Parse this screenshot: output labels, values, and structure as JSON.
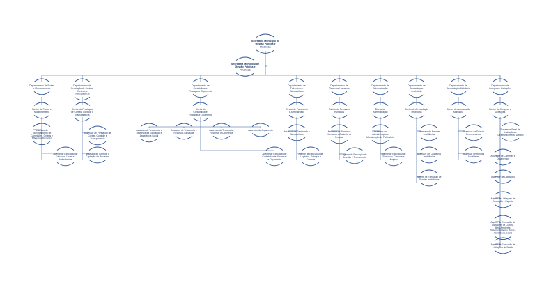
{
  "colors": {
    "line": "#2f5597",
    "text": "#1f3864",
    "background": "#ffffff"
  },
  "root": {
    "title": "Secretaria Municipal de Gestão Pública e Finanças"
  },
  "assistant": {
    "title": "Secretaria Municipal de Gestão Pública e Finanças"
  },
  "departments": [
    {
      "title": "Departamento de Frotas e Monitoramento"
    },
    {
      "title": "Departamento de Prestação de Contas, Controle e Transparência"
    },
    {
      "title": "Departamento de Contabilidade, Finanças e Orçamento"
    },
    {
      "title": "Departamento de Patrimônio e Almoxarifado"
    },
    {
      "title": "Departamento de Recursos Humanos"
    },
    {
      "title": "Departamento de Administração"
    },
    {
      "title": "Departamento de Arrecadação Imobiliária"
    },
    {
      "title": "Departamento de Arrecadação Mobiliária"
    },
    {
      "title": "Departamento de Compras e Licitações"
    }
  ],
  "directors": [
    {
      "title": "Diretor de Frotas e Monitoramento"
    },
    {
      "title": "Diretor de Prestação de Contas, Controle e Transparência"
    },
    {
      "title": "Diretor de Contabilidade, Finanças e Orçamento"
    },
    {
      "title": "Diretor de Patrimônio e Almoxarifado"
    },
    {
      "title": "Diretor de Recursos Humanos"
    },
    {
      "title": "Diretor de Administração"
    },
    {
      "title": "Diretor de Arrecadação Imobiliária"
    },
    {
      "title": "Diretor de Arrecadação Mobiliária"
    },
    {
      "title": "Diretor de Compras e Licitações"
    }
  ],
  "sub_roles": [
    {
      "title": "Assessor de Monitoramento de Caminhões, Ônibus e Máquinas Pesadas"
    },
    {
      "title": "Agente de Execução de Veículos Leves e Ambulâncias"
    },
    {
      "title": "Assessor de Prestação de Contas, Controle e Transparência"
    },
    {
      "title": "Assessor de Controle e Captação de Recursos"
    },
    {
      "title": "Assessor de Tesouraria e Recursos da Educação e Assistência Social"
    },
    {
      "title": "Assessor de Tesouraria e Recursos da Saúde"
    },
    {
      "title": "Assessor de Tesouraria, Recursos e Convênios"
    },
    {
      "title": "Assessor de Orçamento"
    },
    {
      "title": "Agente de Execução de Contabilidade, Finanças e Orçamento"
    },
    {
      "title": "Assessor de Patrimônio e Almoxarifado"
    },
    {
      "title": "Agente de Execução de Logística, Estoque e Controle"
    },
    {
      "title": "Assessor de Recursos Humanos e Controle de Pessoal"
    },
    {
      "title": "Agente de Execução de Seleção e Treinamento"
    },
    {
      "title": "Assessor de Administração e Manutenção do Patrimônio"
    },
    {
      "title": "Agente de Execução de Protocolo, Controle e Arquivo"
    },
    {
      "title": "Assessor de Rendas Imobiliárias"
    },
    {
      "title": "Assessor de Cadastros Imobiliários"
    },
    {
      "title": "Agente de Execução de Rendas Imobiliárias"
    },
    {
      "title": "Assessor da Sala do Empreendedor"
    },
    {
      "title": "Assessor de Rendas Mobiliárias"
    },
    {
      "title": "Assessor Geral de Licitações e Desenvolvimento Urbano"
    },
    {
      "title": "Assessor de Compras e Orçamentos"
    },
    {
      "title": "Assessor de Licitações"
    },
    {
      "title": "Agente de Licitações de Educação e Esporte"
    },
    {
      "title": "Agente de Execução de Licitações de Cultura, Meio Ambiente, Desenvolvimento Rural e Assistência Social"
    },
    {
      "title": "Agente de Execução de Licitações de Saúde"
    }
  ]
}
